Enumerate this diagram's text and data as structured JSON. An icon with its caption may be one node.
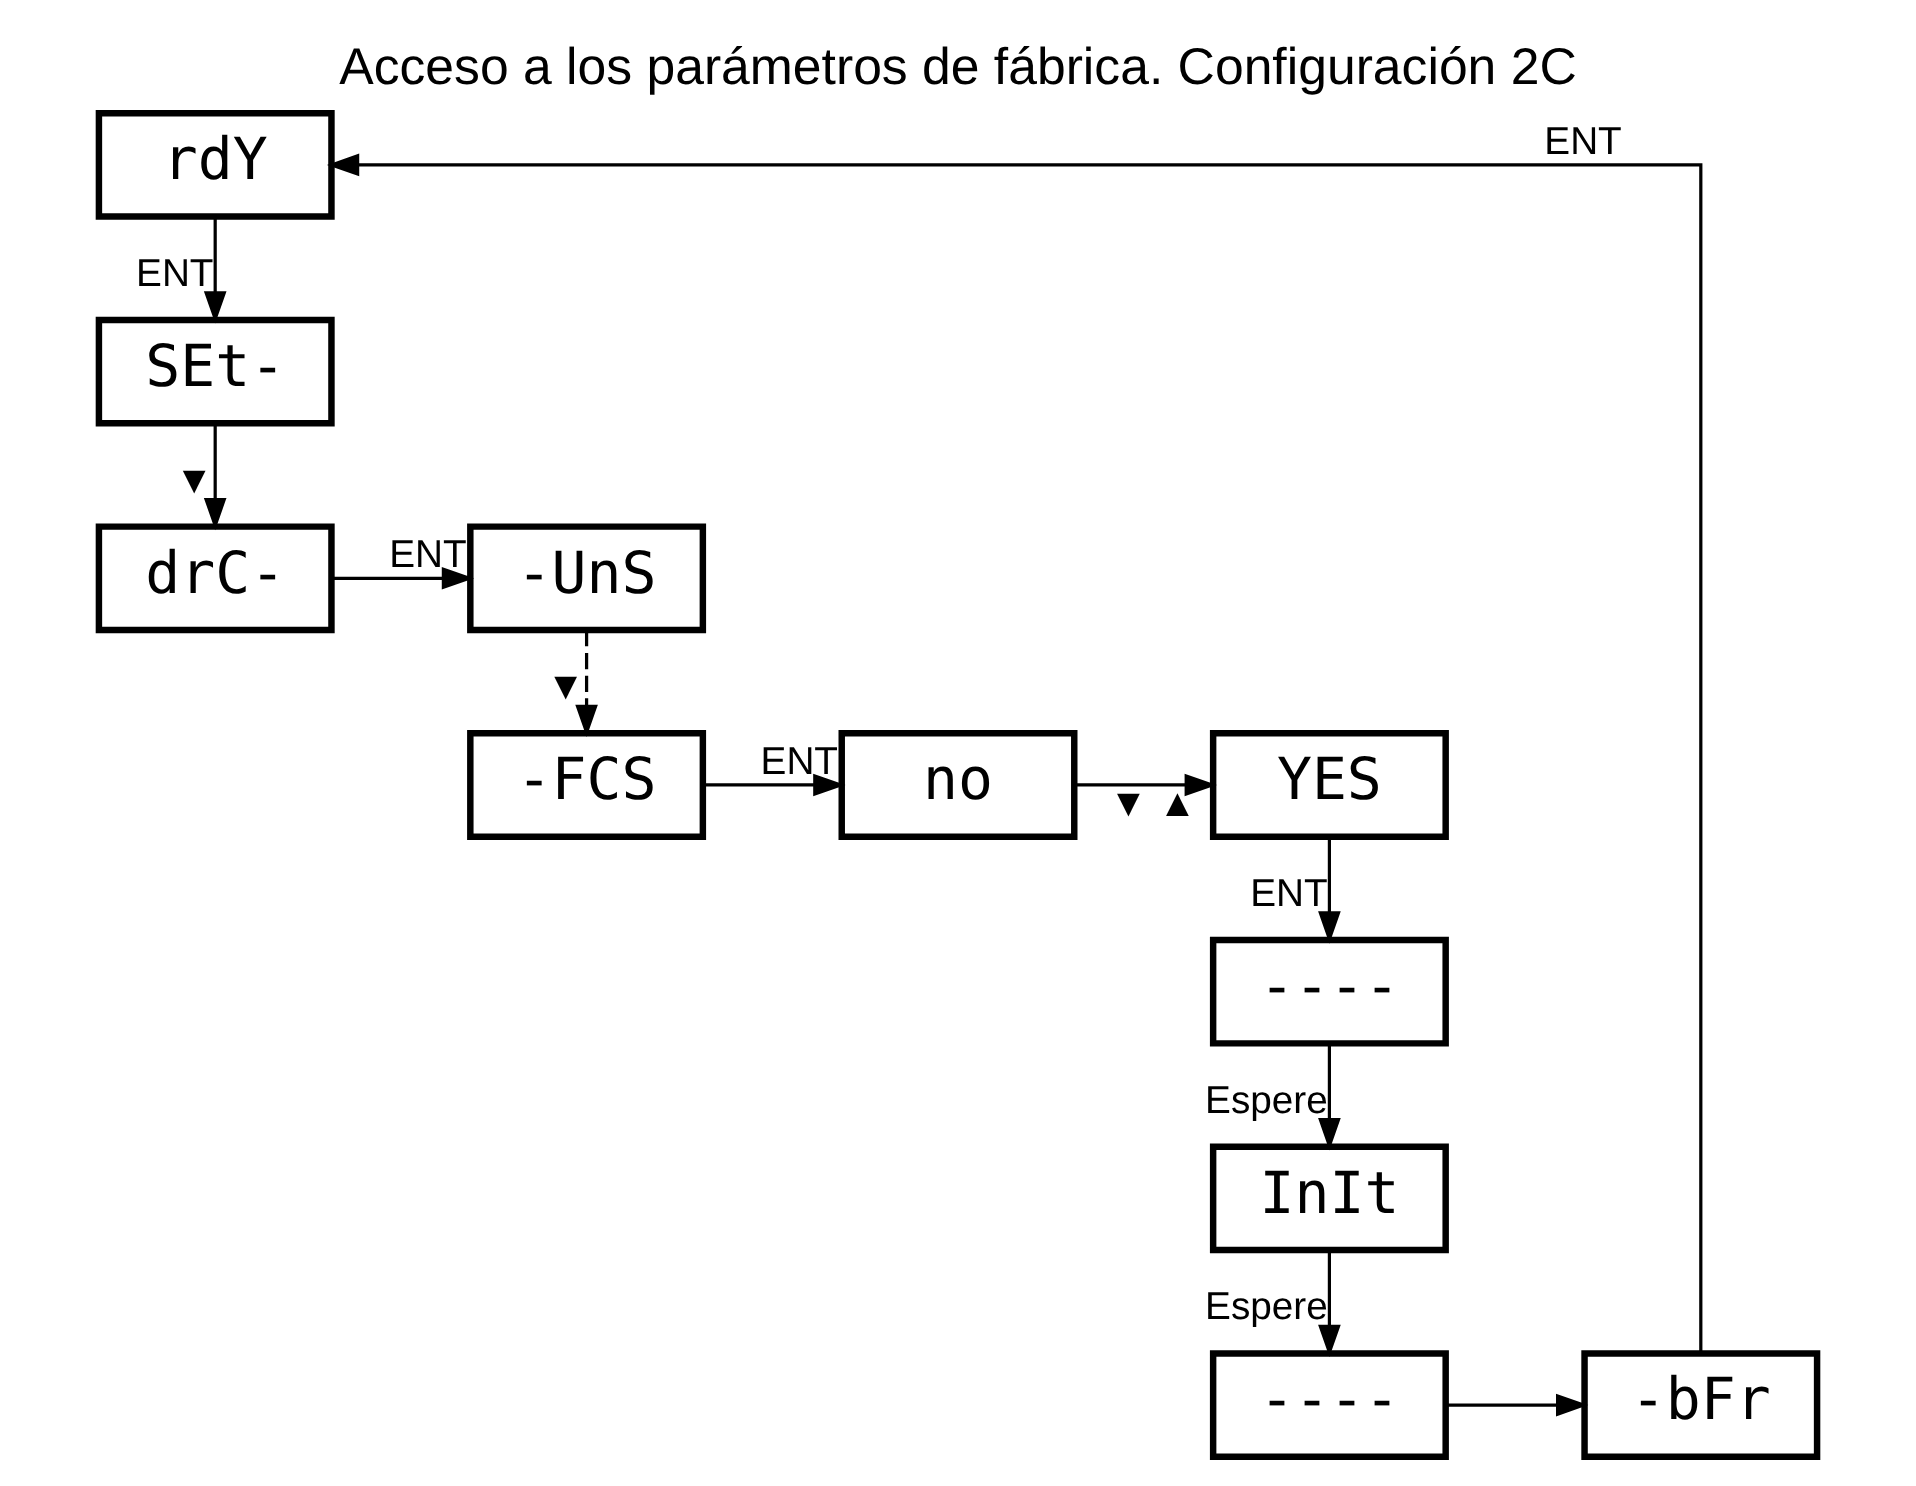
{
  "diagram": {
    "title": "Acceso a los parámetros de fábrica. Configuración 2C",
    "nodes": [
      {
        "text": [
          "rdY"
        ]
      },
      {
        "text": [
          "SEt-"
        ]
      },
      {
        "text": [
          "drC-"
        ]
      },
      {
        "text": [
          "-UnS"
        ]
      },
      {
        "text": [
          "-FCS"
        ]
      },
      {
        "text": [
          "no"
        ]
      },
      {
        "text": [
          "YES"
        ]
      },
      {
        "text": [
          "----"
        ]
      },
      {
        "text": [
          "InIt"
        ]
      },
      {
        "text": [
          "----"
        ]
      },
      {
        "text": [
          "-bFr"
        ]
      }
    ],
    "edges": [
      {
        "from": 0,
        "to": 1,
        "arrow": "to",
        "label": "ENT"
      },
      {
        "from": 1,
        "to": 2,
        "arrow": "to",
        "label": "▼"
      },
      {
        "from": 2,
        "to": 3,
        "arrow": "to",
        "label": "ENT"
      },
      {
        "from": 3,
        "to": 4,
        "arrow": "to",
        "label": "▼",
        "style": "dashed"
      },
      {
        "from": 4,
        "to": 5,
        "arrow": "to",
        "label": "ENT"
      },
      {
        "from": 5,
        "to": 6,
        "arrow": "to",
        "label": "▼ ▲"
      },
      {
        "from": 6,
        "to": 7,
        "arrow": "to",
        "label": "ENT"
      },
      {
        "from": 7,
        "to": 8,
        "arrow": "to",
        "label": "Espere"
      },
      {
        "from": 8,
        "to": 9,
        "arrow": "to",
        "label": "Espere"
      },
      {
        "from": 9,
        "to": 10,
        "arrow": "to"
      },
      {
        "from": 10,
        "to": 0,
        "arrow": "to",
        "label": "ENT"
      }
    ]
  }
}
